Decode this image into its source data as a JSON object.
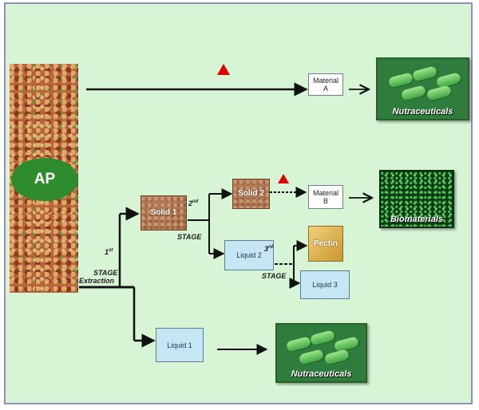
{
  "source": {
    "label": "AP"
  },
  "stages": {
    "first_stage": {
      "number": "1",
      "suffix": "st",
      "word": "STAGE",
      "operation": "Extraction"
    },
    "second_stage": {
      "number": "2",
      "suffix": "nd",
      "word": "STAGE"
    },
    "third_stage": {
      "number": "3",
      "suffix": "rd",
      "word": "STAGE"
    }
  },
  "nodes": {
    "solid_1": "Solid 1",
    "solid_2": "Solid 2",
    "liquid_1": "Liquid 1",
    "liquid_2": "Liquid 2",
    "liquid_3": "Liquid 3",
    "pectin": "Pectin",
    "material_a": {
      "line1": "Material",
      "line2": "A"
    },
    "material_b": {
      "line1": "Material",
      "line2": "B"
    }
  },
  "products": {
    "nutraceuticals_top": "Nutraceuticals",
    "biomaterials": "Biomaterials",
    "nutraceuticals_bottom": "Nutraceuticals"
  },
  "colors": {
    "background": "#d7f5d4",
    "triangle": "#e00000",
    "ap": "#2e8b2e"
  },
  "icons": {
    "marker": "red-triangle"
  }
}
